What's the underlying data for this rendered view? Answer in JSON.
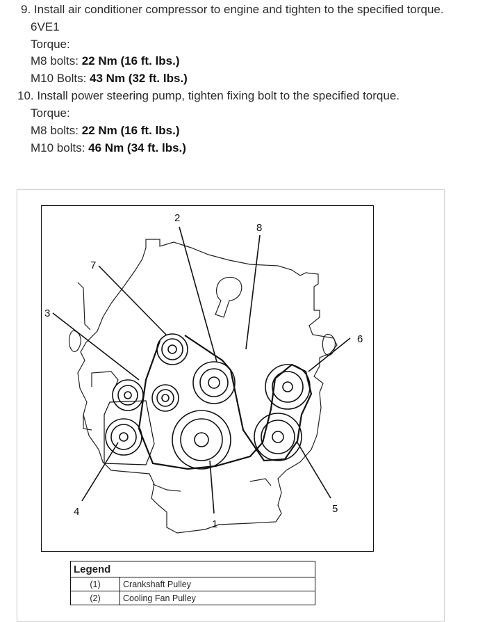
{
  "steps": [
    {
      "number": "9.",
      "text": "Install air conditioner compressor to engine and tighten to the specified torque.",
      "model": "6VE1",
      "torque_label": "Torque:",
      "specs": [
        {
          "label": "M8 bolts:",
          "value": "22 Nm (16 ft. lbs.)"
        },
        {
          "label": "M10 Bolts:",
          "value": "43 Nm (32 ft. lbs.)"
        }
      ]
    },
    {
      "number": "10.",
      "text": "Install power steering pump, tighten fixing bolt to the specified torque.",
      "torque_label": "Torque:",
      "specs": [
        {
          "label": "M8 bolts:",
          "value": "22 Nm (16 ft. lbs.)"
        },
        {
          "label": "M10 bolts:",
          "value": "46 Nm (34 ft. lbs.)"
        }
      ]
    }
  ],
  "diagram": {
    "callouts": [
      "1",
      "2",
      "3",
      "4",
      "5",
      "6",
      "7",
      "8"
    ]
  },
  "legend": {
    "title": "Legend",
    "rows": [
      {
        "id": "(1)",
        "name": "Crankshaft Pulley"
      },
      {
        "id": "(2)",
        "name": "Cooling Fan Pulley"
      }
    ]
  }
}
